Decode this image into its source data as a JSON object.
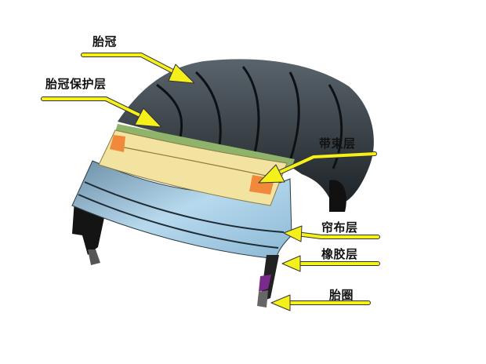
{
  "labels": {
    "crown": "胎冠",
    "crown_protection": "胎冠保护层",
    "belt": "带束层",
    "ply": "帘布层",
    "rubber": "橡胶层",
    "bead": "胎圈"
  },
  "colors": {
    "arrow": "#f5f01a",
    "tread": "#2e353b",
    "belt": "#f2e3a0",
    "belt_edge": "#f08a3a",
    "protection": "#8fb36a",
    "ply": "#a9cfe6",
    "bead": "#7a2a8a"
  }
}
